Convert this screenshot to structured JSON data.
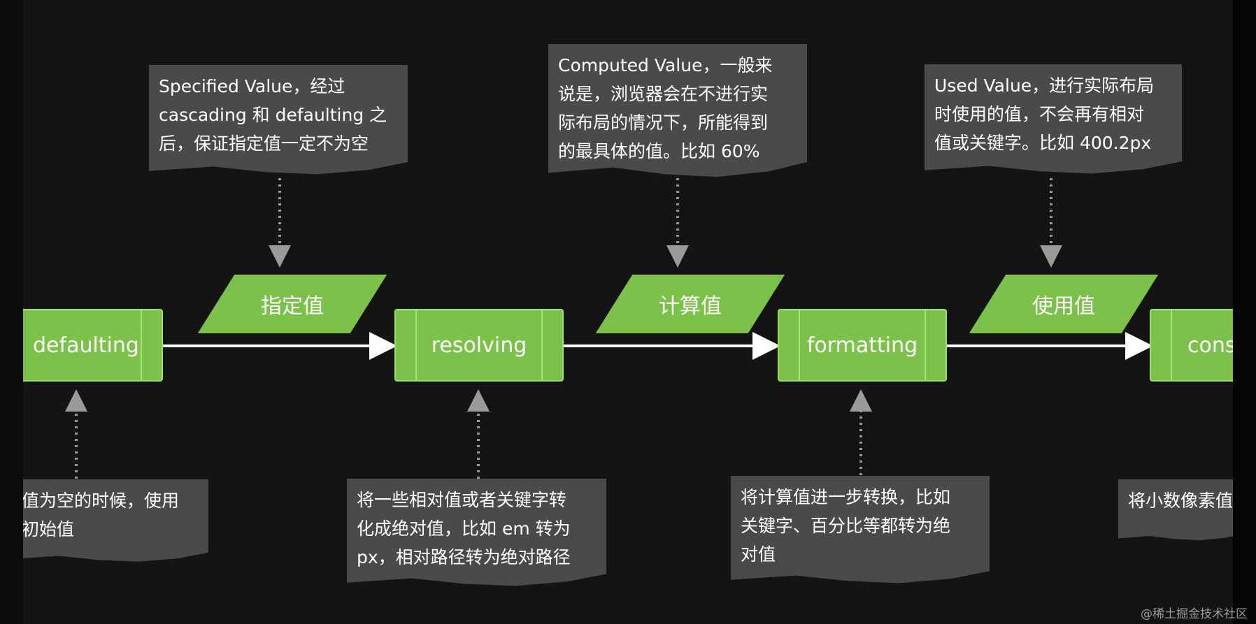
{
  "process_nodes": {
    "defaulting": "defaulting",
    "resolving": "resolving",
    "formatting": "formatting",
    "constraining": "cons"
  },
  "data_nodes": {
    "specified": "指定值",
    "computed": "计算值",
    "used": "使用值"
  },
  "notes": {
    "specified": [
      "Specified Value，经过",
      "cascading 和 defaulting 之",
      "后，保证指定值一定不为空"
    ],
    "computed": [
      "Computed Value，一般来",
      "说是，浏览器会在不进行实",
      "际布局的情况下，所能得到",
      "的最具体的值。比如 60%"
    ],
    "used": [
      "Used Value，进行实际布局",
      "时使用的值，不会再有相对",
      "值或关键字。比如 400.2px"
    ],
    "defaulting": [
      "值为空的时候，使用",
      "初始值"
    ],
    "resolving": [
      "将一些相对值或者关键字转",
      "化成绝对值，比如 em 转为",
      "px，相对路径转为绝对路径"
    ],
    "formatting": [
      "将计算值进一步转换，比如",
      "关键字、百分比等都转为绝",
      "对值"
    ],
    "constraining": [
      "将小数像素值"
    ]
  },
  "watermark": "@稀土掘金技术社区",
  "colors": {
    "node_fill": "#7cc24a",
    "note_fill": "#4a4a4a",
    "background": "#141414",
    "connector": "#9a9a9a"
  }
}
